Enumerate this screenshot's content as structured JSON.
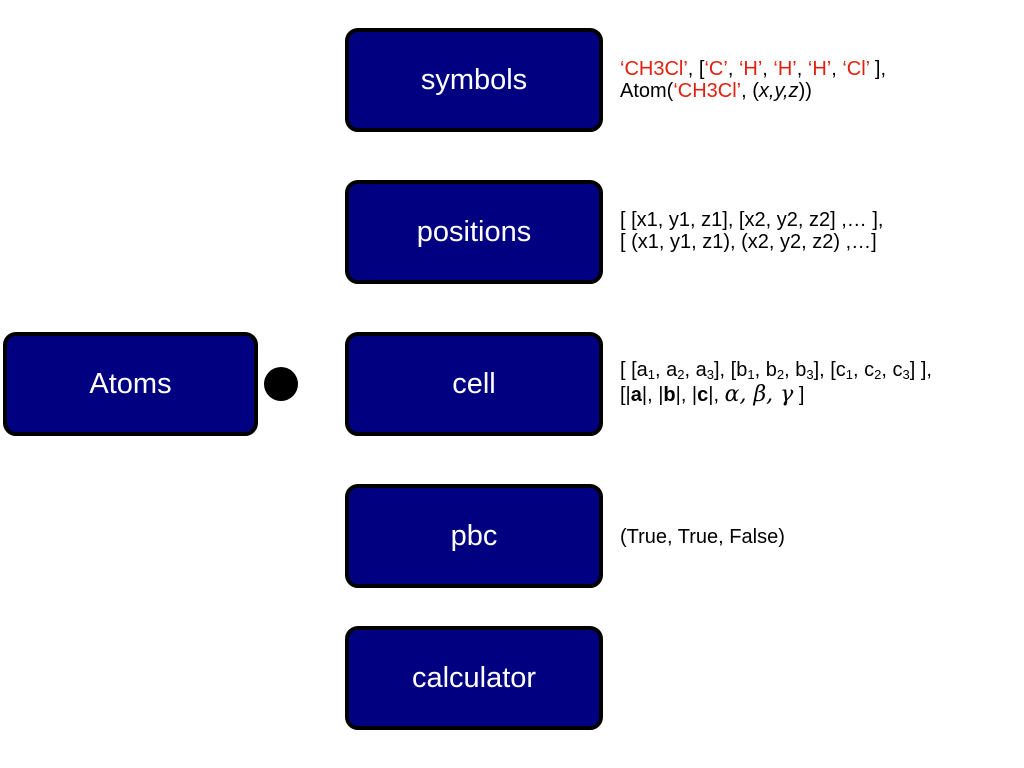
{
  "boxes": {
    "atoms": "Atoms",
    "symbols": "symbols",
    "positions": "positions",
    "cell": "cell",
    "pbc": "pbc",
    "calculator": "calculator"
  },
  "colors": {
    "box_fill": "#000080",
    "box_border": "#000000",
    "highlight": "#e02010"
  },
  "descriptions": {
    "symbols": {
      "line1": [
        {
          "text": "‘CH3Cl’",
          "red": true
        },
        {
          "text": ", [",
          "red": false
        },
        {
          "text": "‘C’",
          "red": true
        },
        {
          "text": ", ",
          "red": false
        },
        {
          "text": "‘H’",
          "red": true
        },
        {
          "text": ", ",
          "red": false
        },
        {
          "text": "‘H’",
          "red": true
        },
        {
          "text": ", ",
          "red": false
        },
        {
          "text": "‘H’",
          "red": true
        },
        {
          "text": ", ",
          "red": false
        },
        {
          "text": "‘Cl’",
          "red": true
        },
        {
          "text": " ],",
          "red": false
        }
      ],
      "line2": [
        {
          "text": "Atom(",
          "red": false
        },
        {
          "text": "‘CH3Cl’",
          "red": true
        },
        {
          "text": ", (",
          "red": false
        },
        {
          "text": "x,y,z",
          "red": false,
          "italic": true
        },
        {
          "text": "))",
          "red": false
        }
      ]
    },
    "positions": {
      "line1": "[ [x1, y1, z1], [x2, y2, z2] ,… ],",
      "line2": "[ (x1, y1, z1), (x2, y2, z2) ,…]"
    },
    "cell": {
      "line1": {
        "open": "[ [a",
        "a1": "1",
        "s1": ", a",
        "a2": "2",
        "s2": ", a",
        "a3": "3",
        "s3": "], [b",
        "b1": "1",
        "s4": ", b",
        "b2": "2",
        "s5": ", b",
        "b3": "3",
        "s6": "], [c",
        "c1": "1",
        "s7": ", c",
        "c2": "2",
        "s8": ", c",
        "c3": "3",
        "close": "] ],"
      },
      "line2": {
        "p1": "[|",
        "a": "a",
        "p2": "|, |",
        "b": "b",
        "p3": "|, |",
        "c": "c",
        "p4": "|, ",
        "alpha": "α",
        "sep1": ", ",
        "beta": "β",
        "sep2": ", ",
        "gamma": "γ",
        "end": " ]"
      }
    },
    "pbc": "(True, True, False)"
  }
}
